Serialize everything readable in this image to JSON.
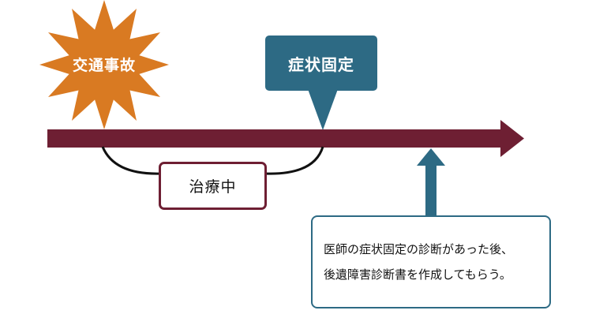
{
  "burst": {
    "label": "交通事故",
    "color": "#d97a22"
  },
  "fixed": {
    "label": "症状固定",
    "color": "#2d6a84"
  },
  "timeline": {
    "color": "#6e1f33"
  },
  "treatment": {
    "label": "治療中"
  },
  "note": {
    "lines": [
      "医師の症状固定の診断があった後、",
      "後遺障害診断書を作成してもらう。"
    ]
  }
}
